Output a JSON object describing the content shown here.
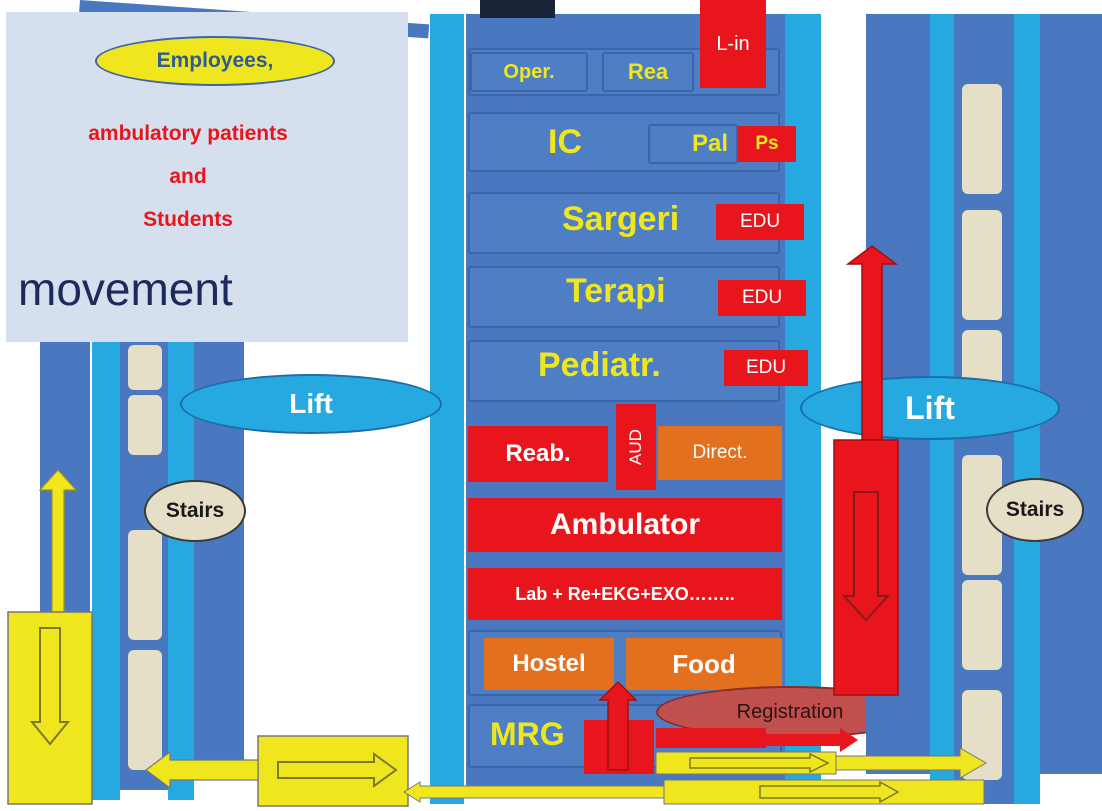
{
  "legend": {
    "line1": "Employees,",
    "line2": "ambulatory patients",
    "line3": "and",
    "line4": "Students",
    "line5": "movement"
  },
  "top_floors": {
    "oper": "Oper.",
    "rea": "Rea",
    "lin": "L-in",
    "ic": "IC",
    "pal": "Pal",
    "ps": "Ps"
  },
  "wards": [
    {
      "name": "Sargeri",
      "tag": "EDU"
    },
    {
      "name": "Terapi",
      "tag": "EDU"
    },
    {
      "name": "Pediatr.",
      "tag": "EDU"
    }
  ],
  "middle": {
    "reab": "Reab.",
    "aud": "AUD",
    "direct": "Direct.",
    "ambulator": "Ambulator",
    "lab": "Lab + Re+EKG+EXO……..",
    "hostel": "Hostel",
    "food": "Food",
    "mrg": "MRG",
    "registration": "Registration"
  },
  "lifts": {
    "left": "Lift",
    "right": "Lift"
  },
  "stairs": {
    "left": "Stairs",
    "right": "Stairs"
  },
  "colors": {
    "floor": "#4e7fc4",
    "shaft": "#26a8e0",
    "red": "#e8161c",
    "orange": "#e2701e",
    "yellow": "#f0e61e",
    "legend_bg": "#d6dfee",
    "registration": "#c0504d"
  }
}
